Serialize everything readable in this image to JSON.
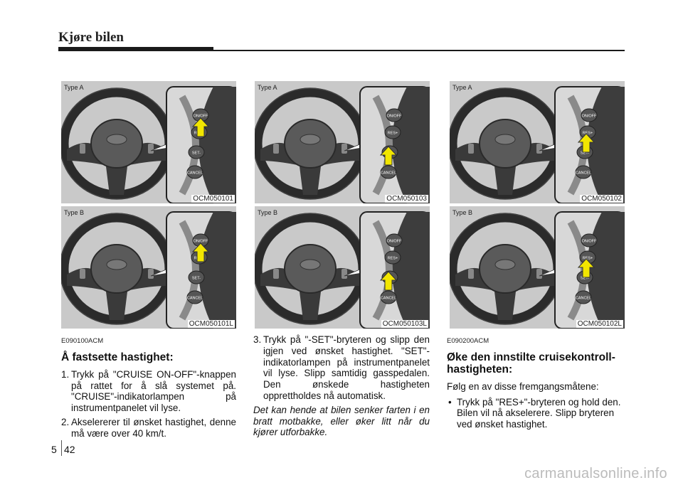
{
  "header": {
    "title": "Kjøre bilen"
  },
  "figures": [
    {
      "type_label": "Type A",
      "code": "OCM050101",
      "buttons": [
        "ON/OFF",
        "RES+",
        "SET-",
        "CANCEL"
      ]
    },
    {
      "type_label": "Type B",
      "code": "OCM050101L",
      "buttons": [
        "ON/OFF",
        "RES+",
        "SET-",
        "CANCEL"
      ]
    },
    {
      "type_label": "Type A",
      "code": "OCM050103",
      "buttons": [
        "ON/OFF",
        "RES+",
        "SET-",
        "CANCEL"
      ]
    },
    {
      "type_label": "Type B",
      "code": "OCM050103L",
      "buttons": [
        "ON/OFF",
        "RES+",
        "SET-",
        "CANCEL"
      ]
    },
    {
      "type_label": "Type A",
      "code": "OCM050102",
      "buttons": [
        "ON/OFF",
        "RES+",
        "SET-",
        "CANCEL"
      ]
    },
    {
      "type_label": "Type B",
      "code": "OCM050102L",
      "buttons": [
        "ON/OFF",
        "RES+",
        "SET-",
        "CANCEL"
      ]
    }
  ],
  "col1": {
    "code": "E090100ACM",
    "heading": "Å fastsette hastighet:",
    "items": [
      {
        "num": "1.",
        "text": "Trykk på \"CRUISE ON-OFF\"-knappen på rattet for å slå systemet på. \"CRUISE\"-indikatorlampen på instrumentpanelet vil lyse."
      },
      {
        "num": "2.",
        "text": "Akselererer til ønsket hastighet, denne må være over 40 km/t."
      }
    ]
  },
  "col2": {
    "items": [
      {
        "num": "3.",
        "text": "Trykk på \"-SET\"-bryteren og slipp den igjen ved ønsket hastighet. \"SET\"-indikatorlampen på instrumentpanelet vil lyse. Slipp samtidig gasspedalen. Den ønskede hastigheten opprettholdes nå automatisk."
      }
    ],
    "note": "Det kan hende at bilen senker farten i en bratt motbakke, eller øker litt når du kjører utforbakke."
  },
  "col3": {
    "code": "E090200ACM",
    "heading": "Øke den innstilte cruisekontroll-hastigheten:",
    "intro": "Følg en av disse fremgangsmåtene:",
    "bullets": [
      {
        "dot": "•",
        "text": "Trykk på \"RES+\"-bryteren og hold den. Bilen vil nå akselerere. Slipp bryteren ved ønsket hastighet."
      }
    ]
  },
  "footer": {
    "section": "5",
    "page": "42",
    "watermark": "carmanualsonline.info"
  },
  "colors": {
    "figure_bg": "#c9c9c9",
    "arrow_fill": "#f2e600",
    "header_bar": "#1a1a1a"
  }
}
